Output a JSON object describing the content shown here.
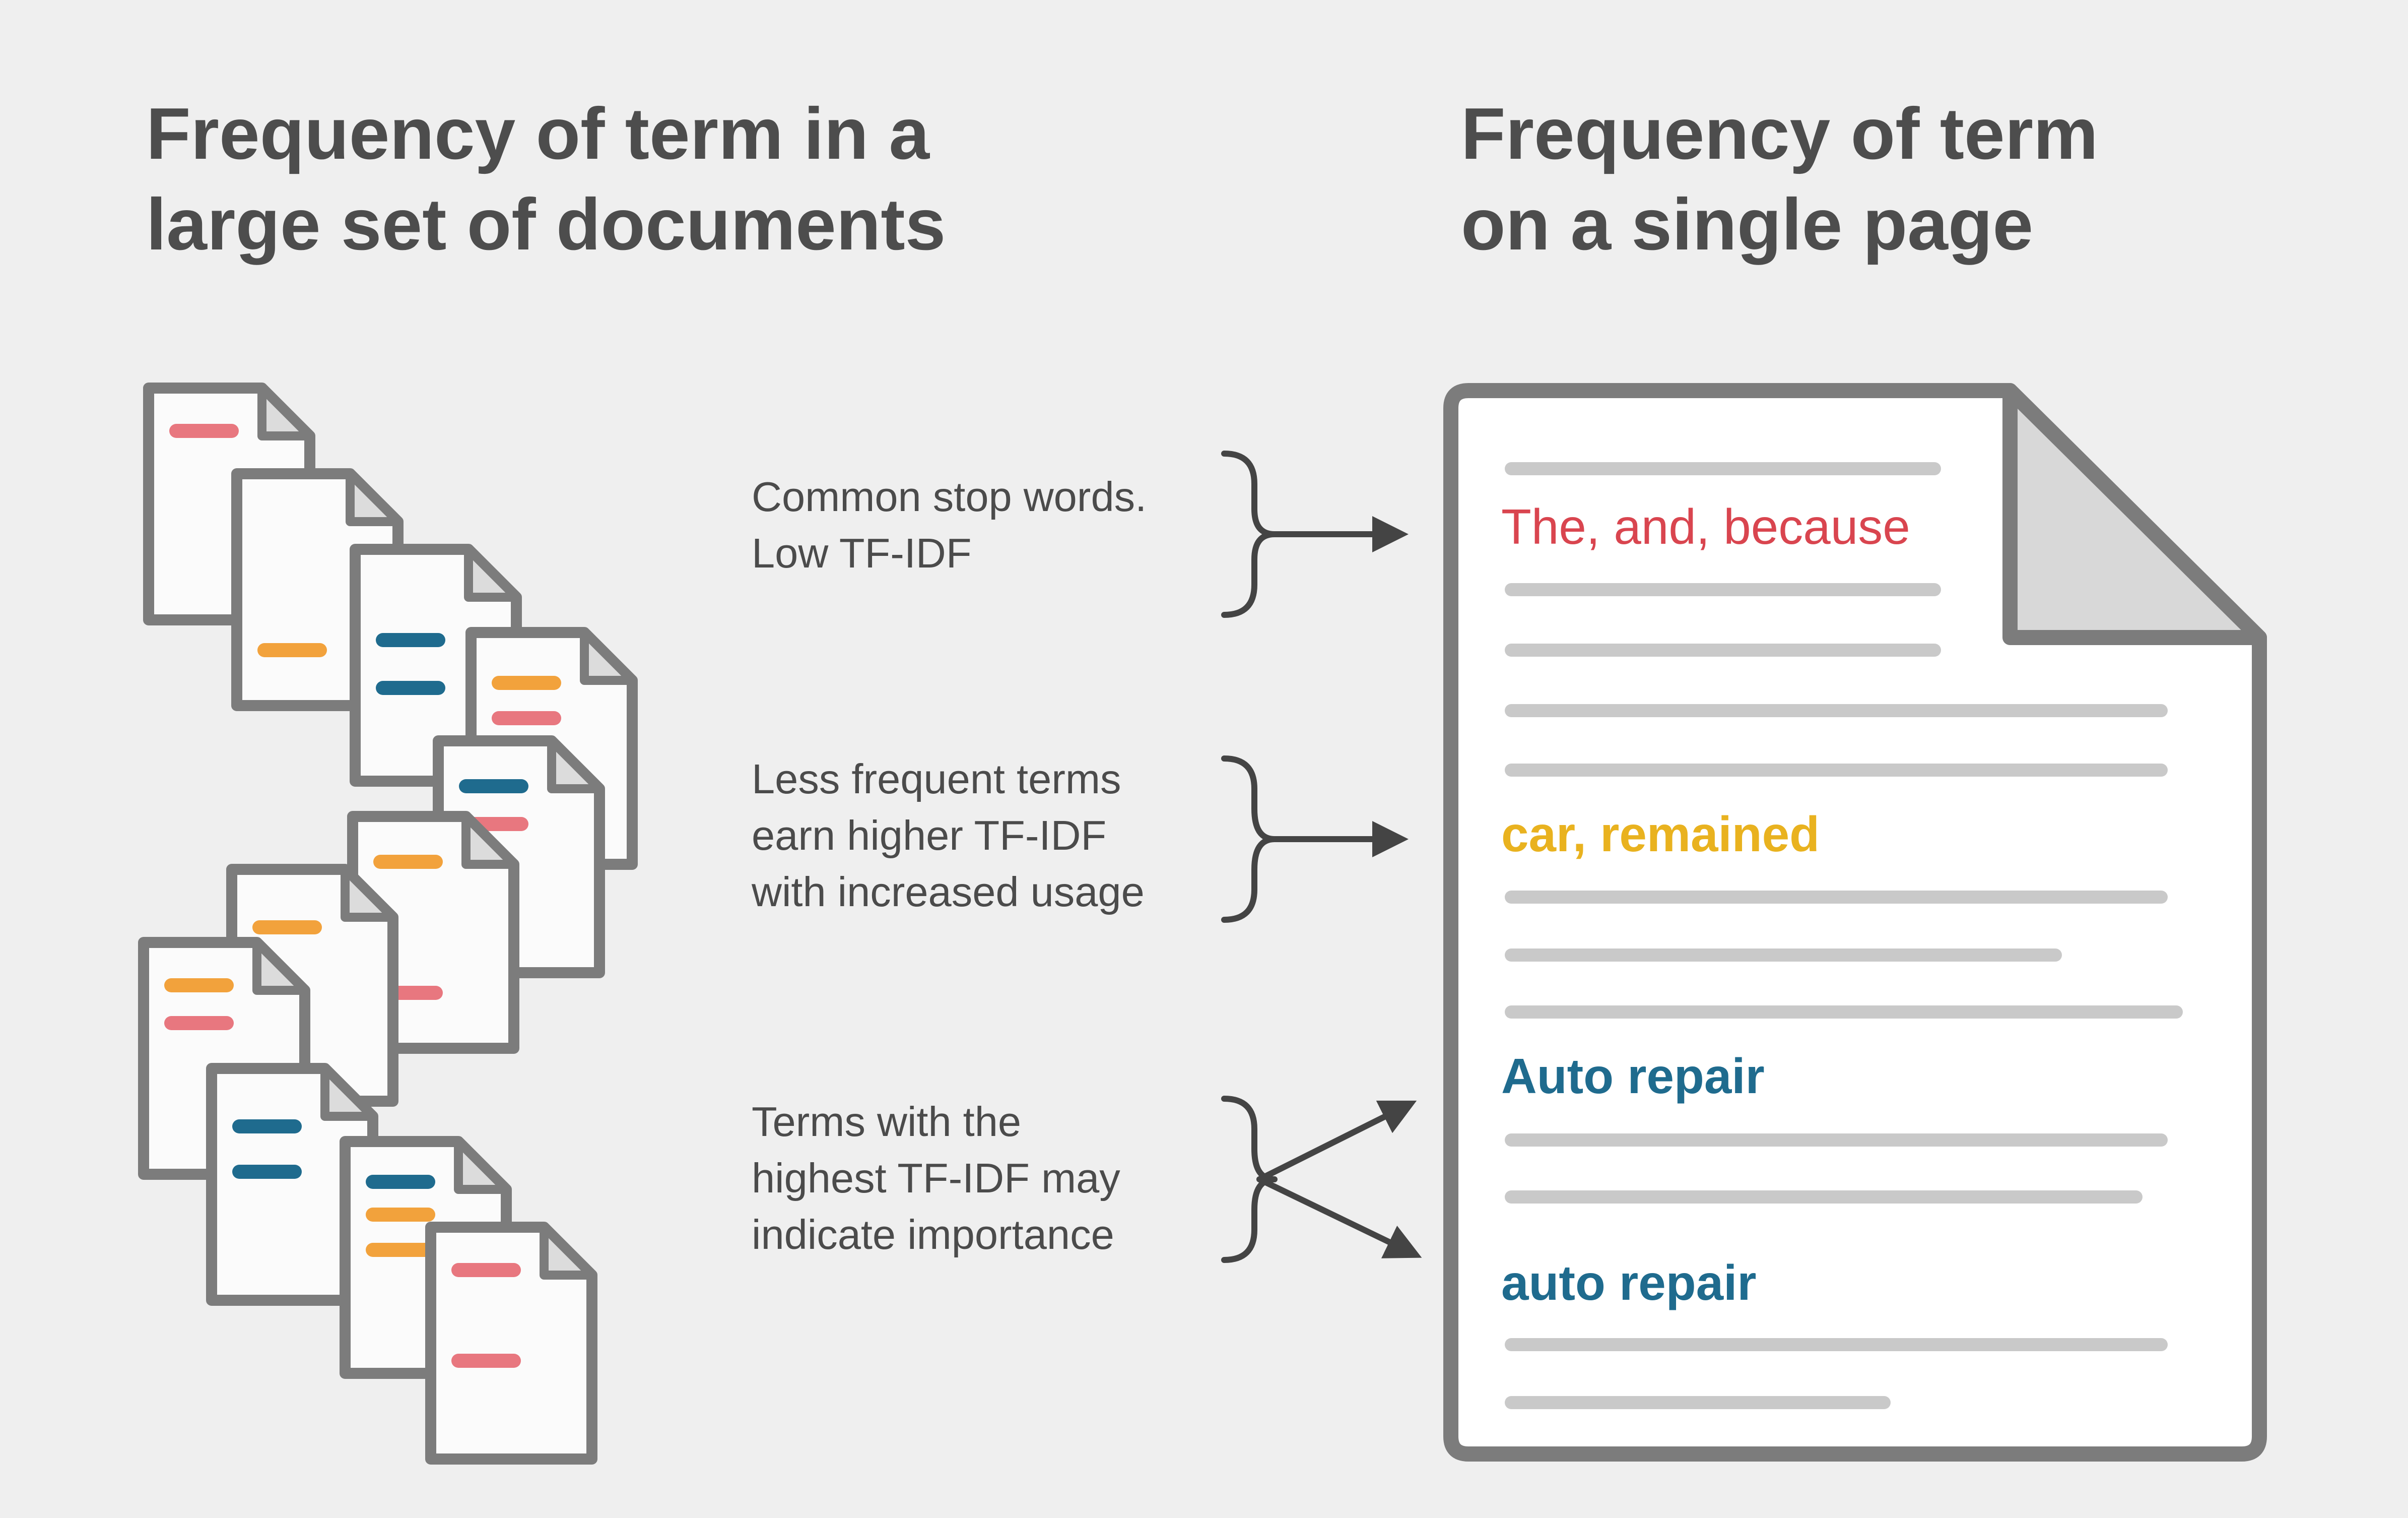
{
  "headings": {
    "left": [
      "Frequency of term in a",
      "large set of documents"
    ],
    "right": [
      "Frequency of term",
      "on a single page"
    ]
  },
  "captions": {
    "stop_words": [
      "Common stop words.",
      "Low TF-IDF"
    ],
    "less_frequent": [
      "Less frequent terms",
      "earn higher TF-IDF",
      "with increased usage"
    ],
    "highest": [
      "Terms with the",
      "highest TF-IDF may",
      "indicate importance"
    ]
  },
  "page_terms": {
    "stop_words": "The, and, because",
    "less_frequent": "car, remained",
    "important_1": "Auto repair",
    "important_2": "auto repair"
  },
  "colors": {
    "background": "#efefef",
    "outline": "#7c7c7c",
    "text_gray": "#4d4d4d",
    "red": "#e8777f",
    "orange": "#f2a23c",
    "blue": "#1f6b8e",
    "yellow": "#e9b21f",
    "term_red": "#d9454f",
    "text_line": "#c9c9c9"
  },
  "icons": [
    "document-stack",
    "single-page-document",
    "curly-brace",
    "arrow"
  ]
}
